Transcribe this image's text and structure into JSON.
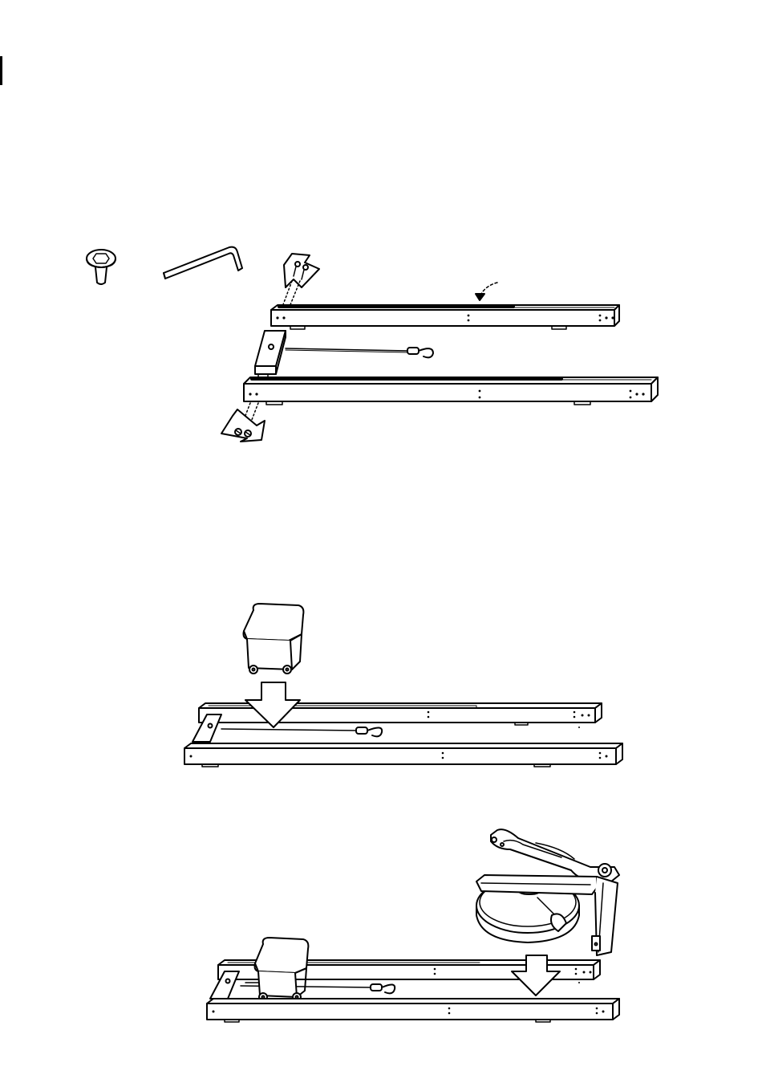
{
  "page": {
    "background": "#ffffff",
    "line_color": "#000000",
    "sections": [
      {
        "id": "step-rails-and-front-piece",
        "parts": [
          "bolt-icon",
          "hex-key-icon",
          "rail-top",
          "rail-bottom",
          "front-crossbar",
          "seat-cord",
          "bolt-callout-top",
          "bolt-callout-bottom",
          "rail-arrow"
        ]
      },
      {
        "id": "step-place-seat",
        "parts": [
          "seat-carriage",
          "down-arrow",
          "rail-top",
          "rail-bottom",
          "front-crossbar",
          "seat-cord"
        ]
      },
      {
        "id": "step-attach-tank",
        "parts": [
          "water-tank",
          "tank-frame",
          "down-arrow",
          "seat-carriage",
          "rail-top",
          "rail-bottom",
          "front-crossbar",
          "seat-cord"
        ]
      }
    ]
  }
}
